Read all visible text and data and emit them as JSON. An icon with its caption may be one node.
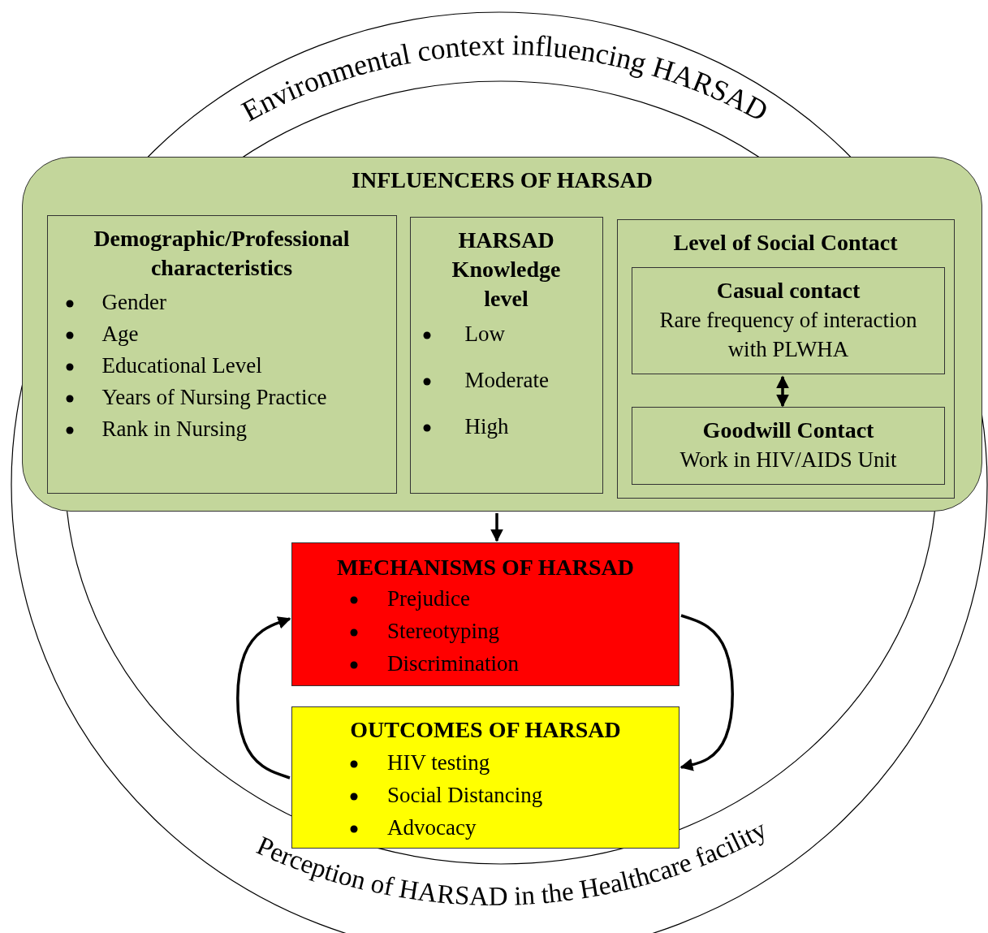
{
  "diagram": {
    "nodes": [
      {
        "text": [
          "INFLUENCERS OF HARSAD"
        ]
      },
      {
        "text": [
          "Demographic/Professional characteristics",
          "Gender",
          "Age",
          "Educational Level",
          "Years of Nursing Practice",
          "Rank in Nursing"
        ],
        "in": 0
      },
      {
        "text": [
          "HARSAD Knowledge level",
          "Low",
          "Moderate",
          "High"
        ],
        "in": 0
      },
      {
        "text": [
          "Level of Social Contact"
        ],
        "in": 0
      },
      {
        "text": [
          "Casual contact",
          "Rare frequency of interaction with PLWHA"
        ],
        "in": 3
      },
      {
        "text": [
          "Goodwill Contact",
          "Work in HIV/AIDS Unit"
        ],
        "in": 3
      },
      {
        "text": [
          "MECHANISMS OF HARSAD",
          "Prejudice",
          "Stereotyping",
          "Discrimination"
        ]
      },
      {
        "text": [
          "OUTCOMES OF HARSAD",
          "HIV testing",
          "Social Distancing",
          "Advocacy"
        ]
      }
    ],
    "edges": [
      {
        "from": 0,
        "to": 6,
        "arrow": "to"
      },
      {
        "from": 4,
        "to": 5,
        "arrow": "both"
      },
      {
        "from": 6,
        "to": 7,
        "arrow": "to"
      },
      {
        "from": 7,
        "to": 6,
        "arrow": "to"
      }
    ],
    "labels": [
      "Environmental context influencing HARSAD",
      "Perception of HARSAD in the Healthcare facility"
    ]
  }
}
